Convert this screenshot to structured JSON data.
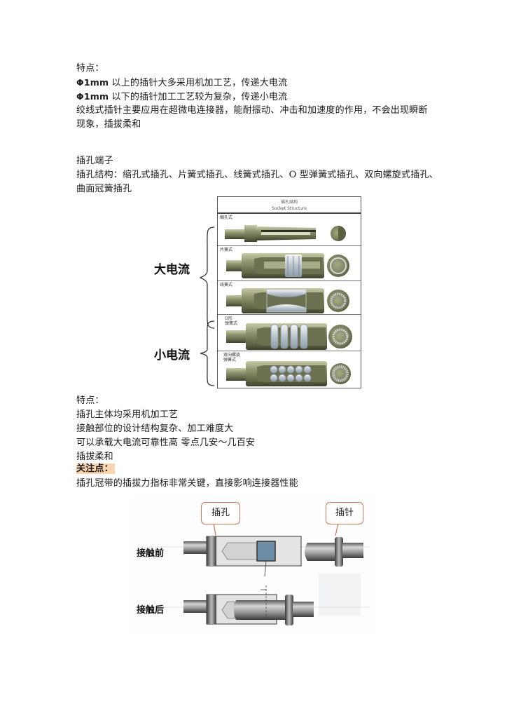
{
  "section1": {
    "heading": "特点：",
    "lines": [
      {
        "prefix": "Φ1mm",
        "text": " 以上的插针大多采用机加工艺，传递大电流"
      },
      {
        "prefix": "Φ1mm",
        "text": " 以下的插针加工工艺较为复杂，传递小电流"
      },
      {
        "prefix": "",
        "text": "绞线式插针主要应用在超微电连接器，能耐振动、冲击和加速度的作用，不会出现瞬断"
      },
      {
        "prefix": "",
        "text": "现象，插拔柔和"
      }
    ]
  },
  "section2": {
    "heading": "插孔端子",
    "structure_line1": "插孔结构：缩孔式插孔、片簧式插孔、线簧式插孔、O 型弹簧式插孔、双向螺旋式插孔、",
    "structure_line2": "曲面冠簧插孔"
  },
  "socket_figure": {
    "title_cn": "插孔结构",
    "title_en": "Socket Structure",
    "group_large": "大电流",
    "group_small": "小电流",
    "rows": [
      {
        "label": "缩孔式",
        "type": "shrink"
      },
      {
        "label": "片簧式",
        "type": "leaf"
      },
      {
        "label": "线簧式",
        "type": "wire"
      },
      {
        "label": "O形\n弹簧式",
        "type": "oring"
      },
      {
        "label": "双向螺旋\n弹簧式",
        "type": "helix"
      }
    ]
  },
  "section3": {
    "heading": "特点：",
    "lines": [
      "插孔主体均采用机加工艺",
      "接触部位的设计结构复杂、加工难度大",
      "可以承载大电流可靠性高  零点几安～几百安",
      "插拔柔和"
    ],
    "focus_label": "关注点：",
    "focus_text": "插孔冠带的插拔力指标非常关键，直接影响连接器性能"
  },
  "contact_figure": {
    "callout_socket": "插孔",
    "callout_pin": "插针",
    "label_before": "接触前",
    "label_after": "接触后"
  },
  "colors": {
    "highlight": "#fbd5b0",
    "callout_border": "#c8785a",
    "metal_olive": "#8a8f6a",
    "metal_grey": "#8c8c8c"
  }
}
